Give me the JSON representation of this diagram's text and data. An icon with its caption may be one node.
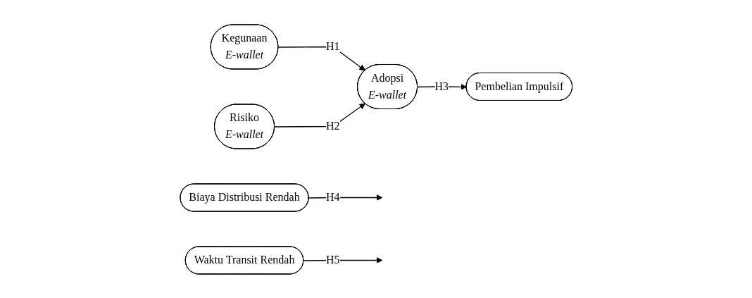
{
  "diagram": {
    "nodes": [
      {
        "text": [
          "Kegunaan *E-wallet*"
        ]
      },
      {
        "text": [
          "Risiko *E-wallet*"
        ]
      },
      {
        "text": [
          "Adopsi *E-wallet*"
        ]
      },
      {
        "text": [
          "Pembelian Impulsif"
        ]
      },
      {
        "text": [
          "Biaya Distribusi Rendah"
        ]
      },
      {
        "text": [
          "Waktu Transit Rendah"
        ]
      }
    ],
    "edges": [
      {
        "from": 0,
        "to": 2,
        "arrow": "to",
        "label": "H1"
      },
      {
        "from": 1,
        "to": 2,
        "arrow": "to",
        "label": "H2"
      },
      {
        "from": 2,
        "to": 3,
        "arrow": "to",
        "label": "H3"
      },
      {
        "from": 4,
        "to": null,
        "arrow": "to",
        "label": "H4"
      },
      {
        "from": 5,
        "to": null,
        "arrow": "to",
        "label": "H5"
      }
    ]
  }
}
